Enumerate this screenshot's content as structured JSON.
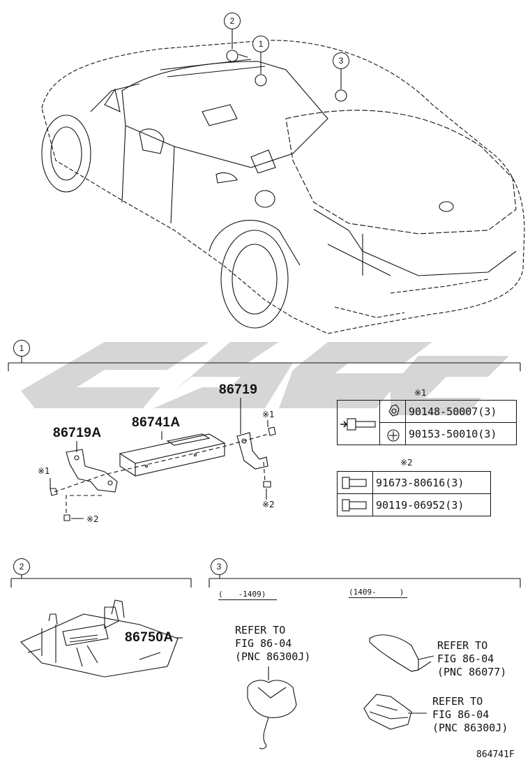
{
  "callouts": {
    "c1": "1",
    "c2": "2",
    "c3": "3"
  },
  "section1": {
    "part_86719A": "86719A",
    "part_86741A": "86741A",
    "part_86719": "86719",
    "mark1": "※1",
    "mark2": "※2",
    "table1_title": "※1",
    "table1": [
      "90148-50007(3)",
      "90153-50010(3)"
    ],
    "table2_title": "※2",
    "table2": [
      "91673-80616(3)",
      "90119-06952(3)"
    ]
  },
  "section2": {
    "part_86750A": "86750A"
  },
  "section3": {
    "range_left": "(　　-1409)",
    "range_right": "(1409-　　　)",
    "ref1": [
      "REFER TO",
      "FIG 86-04",
      "(PNC 86300J)"
    ],
    "ref2": [
      "REFER TO",
      "FIG 86-04",
      "(PNC 86077)"
    ],
    "ref3": [
      "REFER TO",
      "FIG 86-04",
      "(PNC 86300J)"
    ]
  },
  "figure_code": "864741F",
  "watermark_color": "#c8c8c8"
}
